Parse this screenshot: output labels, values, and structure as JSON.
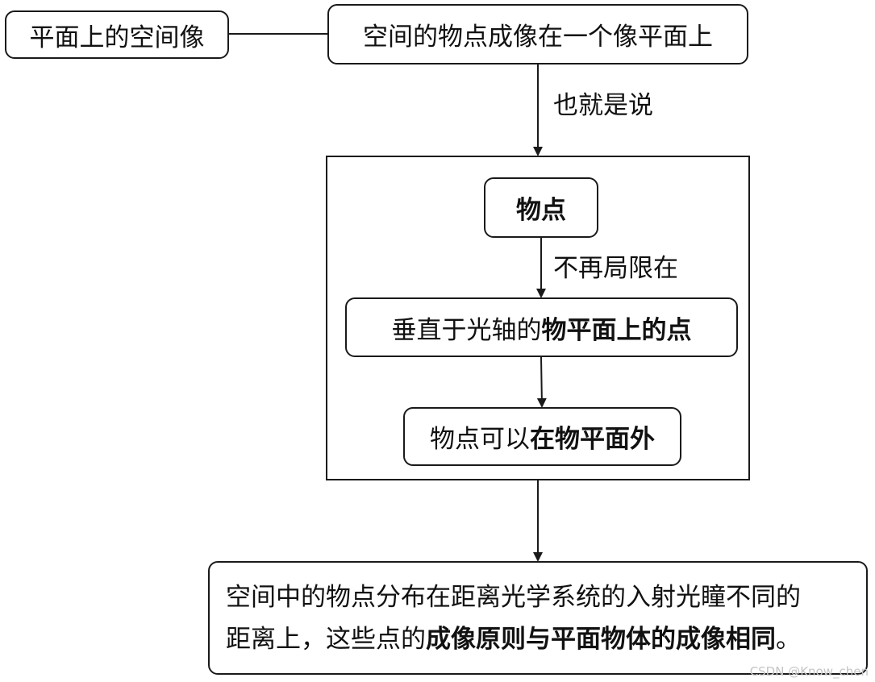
{
  "nodes": {
    "title": "平面上的空间像",
    "top": "空间的物点成像在一个像平面上",
    "wudian": "物点",
    "chuizhi": {
      "plain": "垂直于光轴的",
      "bold": "物平面上的点"
    },
    "wai": {
      "plain": "物点可以",
      "bold": "在物平面外"
    },
    "bottom": {
      "line1": "空间中的物点分布在距离光学系统的入射光瞳不同的",
      "line2_plain": "距离上，这些点的",
      "line2_bold": "成像原则与平面物体的成像相同",
      "line2_end": "。"
    }
  },
  "edges": {
    "top_to_frame": "也就是说",
    "wudian_to_chuizhi": "不再局限在"
  },
  "watermark": "CSDN @Know_chen",
  "colors": {
    "stroke": "#1a1a1a",
    "text": "#111111",
    "watermark": "#c4c4c4"
  }
}
